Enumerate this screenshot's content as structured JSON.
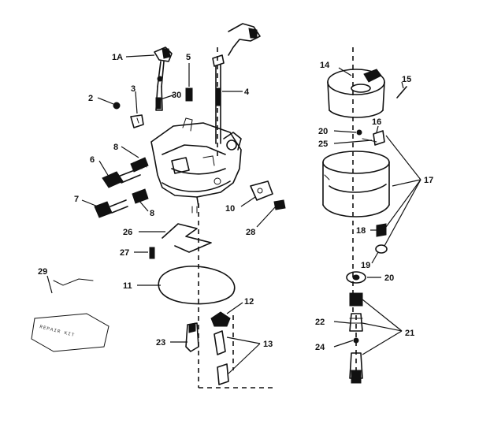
{
  "callouts": {
    "c1a": "1A",
    "c2": "2",
    "c3": "3",
    "c30": "30",
    "c5": "5",
    "c4": "4",
    "c8a": "8",
    "c6": "6",
    "c7": "7",
    "c8b": "8",
    "c10": "10",
    "c28": "28",
    "c26": "26",
    "c27": "27",
    "c29": "29",
    "c11": "11",
    "c12": "12",
    "c23": "23",
    "c13": "13",
    "c14": "14",
    "c15": "15",
    "c16": "16",
    "c20a": "20",
    "c25": "25",
    "c17": "17",
    "c18": "18",
    "c19": "19",
    "c20b": "20",
    "c22": "22",
    "c21": "21",
    "c24": "24"
  },
  "kit_label": "REPAIR KIT"
}
